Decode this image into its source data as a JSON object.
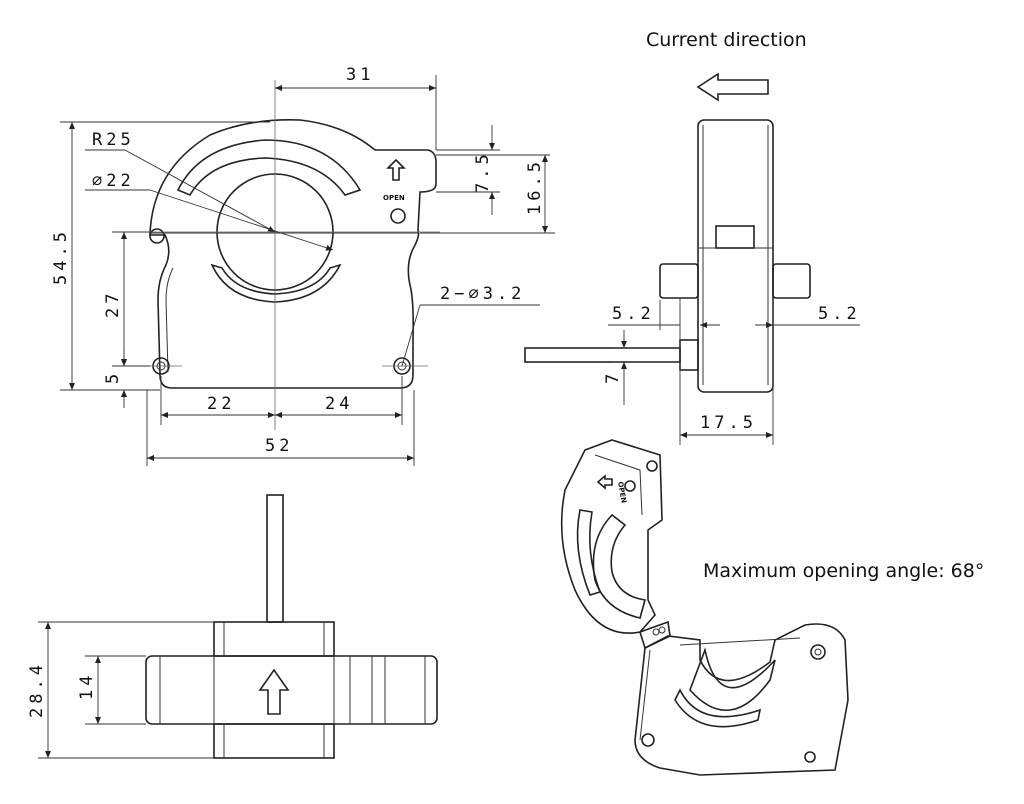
{
  "notes": {
    "current_direction": "Current direction",
    "max_opening": "Maximum opening angle: 68°",
    "open_label": "OPEN"
  },
  "front_view": {
    "d_width_top": "31",
    "d_radius": "R25",
    "d_bore": "⌀22",
    "d_height": "54.5",
    "d_27": "27",
    "d_5": "5",
    "d_22": "22",
    "d_24": "24",
    "d_52": "52",
    "d_75": "7.5",
    "d_165": "16.5",
    "d_holes": "2−⌀3.2"
  },
  "side_view": {
    "d_52_left": "5.2",
    "d_52_right": "5.2",
    "d_7": "7",
    "d_175": "17.5"
  },
  "bottom_view": {
    "d_284": "28.4",
    "d_14": "14"
  }
}
